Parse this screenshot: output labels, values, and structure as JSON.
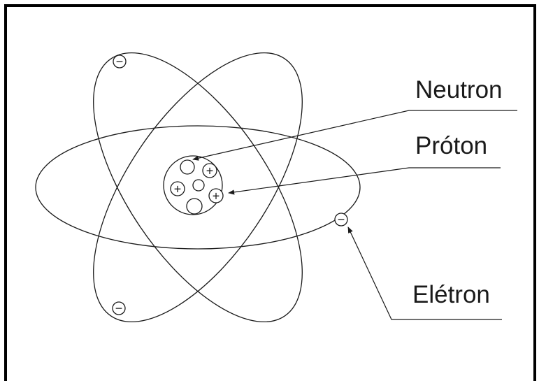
{
  "labels": {
    "neutron": "Neutron",
    "proton": "Próton",
    "electron": "Elétron"
  },
  "symbols": {
    "positive": "+",
    "negative": "−"
  },
  "colors": {
    "line": "#1a1a1a",
    "border": "#000000",
    "background": "#ffffff"
  }
}
